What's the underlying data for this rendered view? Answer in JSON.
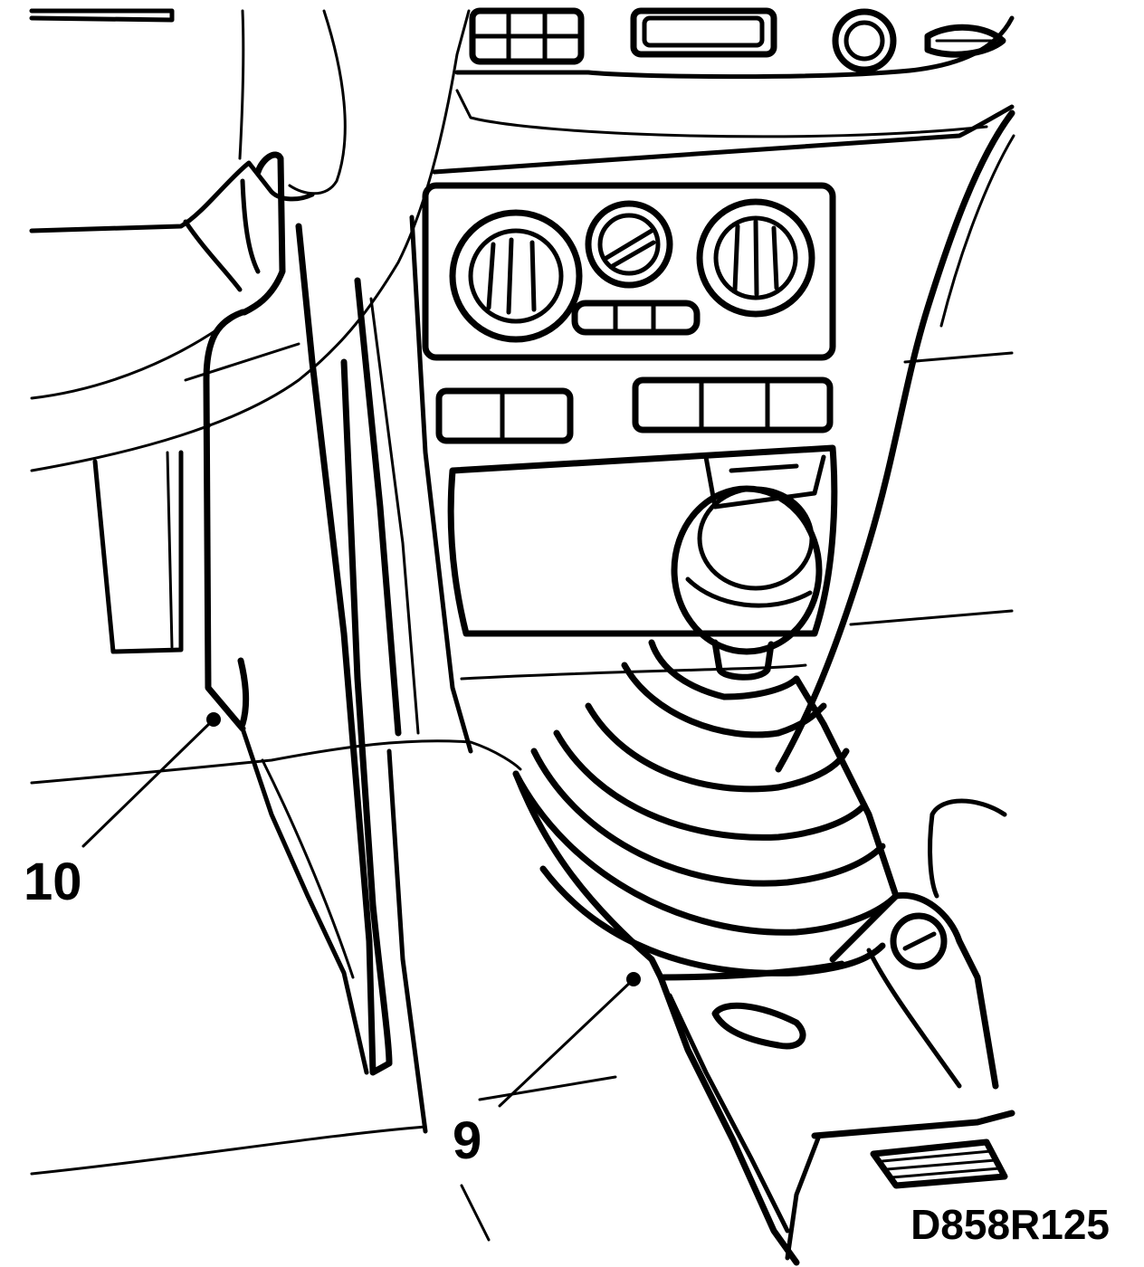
{
  "figure": {
    "reference_code": "D858R125",
    "callouts": [
      {
        "number": "10",
        "part": "side-trim-panel"
      },
      {
        "number": "9",
        "part": "gear-lever-gaiter-and-console"
      }
    ]
  },
  "style": {
    "line_color": "#000000",
    "background_color": "#ffffff"
  }
}
